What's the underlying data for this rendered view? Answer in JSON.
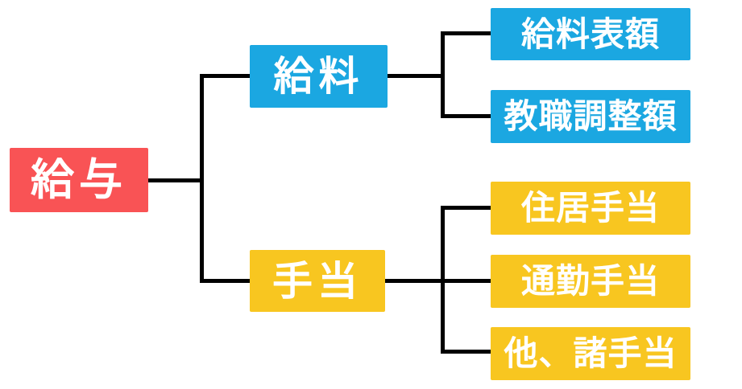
{
  "diagram": {
    "background_color": "#ffffff",
    "connector_color": "#000000",
    "text_color": "#ffffff",
    "root": {
      "label": "給与",
      "color": "#f95355"
    },
    "branches": [
      {
        "label": "給料",
        "color": "#1ba7e1",
        "children": [
          {
            "label": "給料表額",
            "color": "#1ba7e1"
          },
          {
            "label": "教職調整額",
            "color": "#1ba7e1"
          }
        ]
      },
      {
        "label": "手当",
        "color": "#f8c620",
        "children": [
          {
            "label": "住居手当",
            "color": "#f8c620"
          },
          {
            "label": "通勤手当",
            "color": "#f8c620"
          },
          {
            "label": "他、諸手当",
            "color": "#f8c620"
          }
        ]
      }
    ]
  }
}
